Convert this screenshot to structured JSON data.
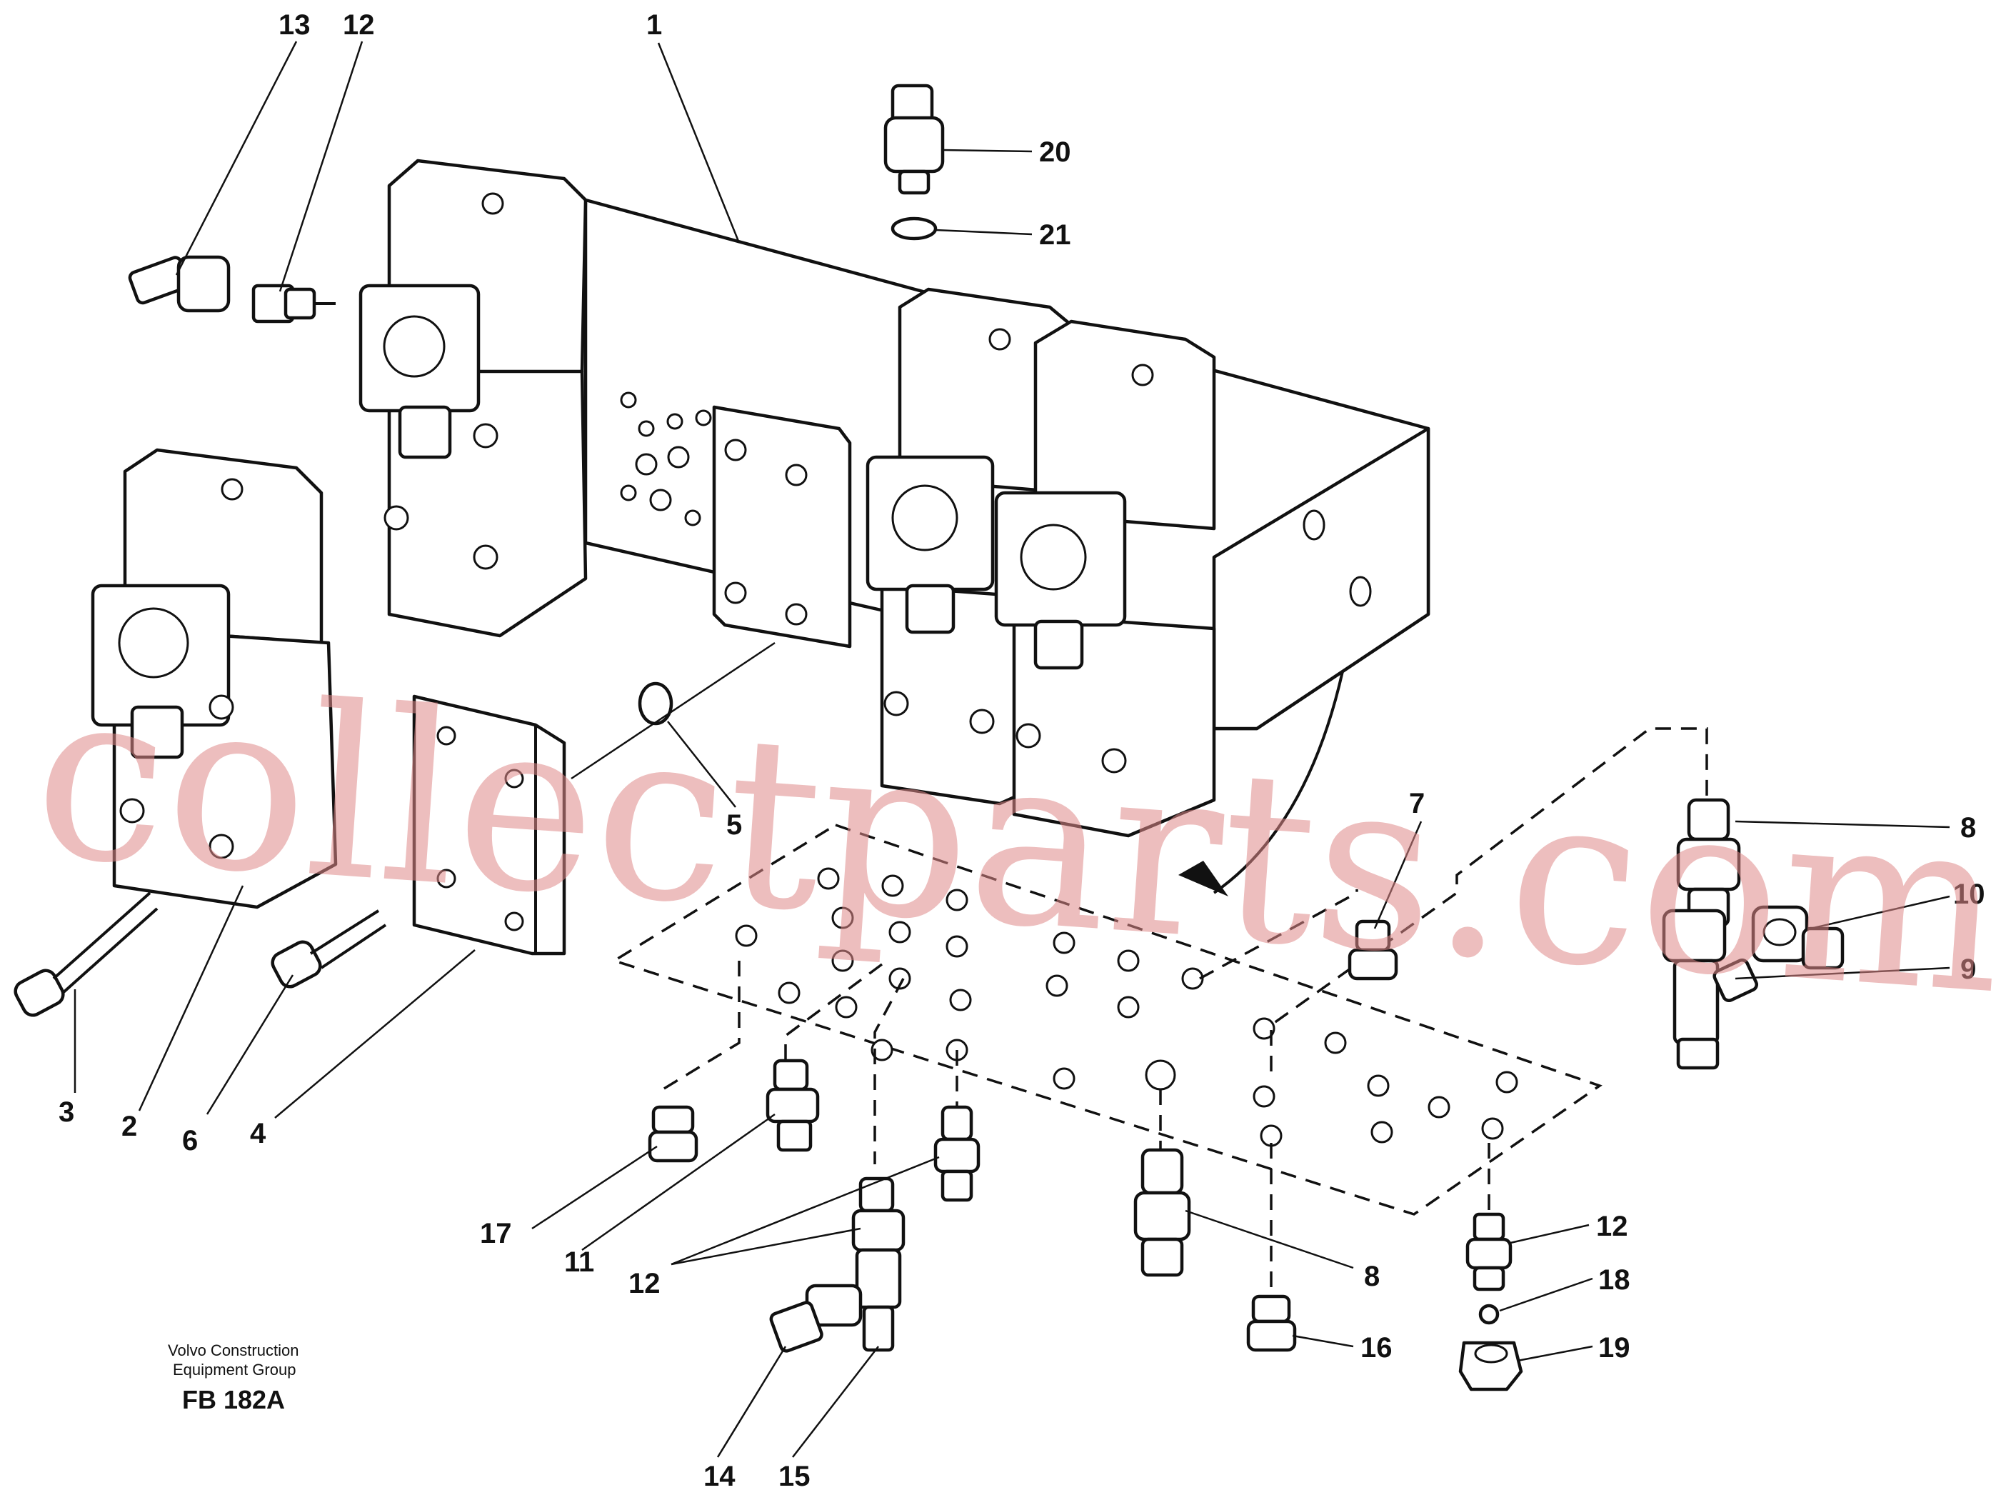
{
  "diagram": {
    "callouts": [
      {
        "id": "c1",
        "text": "1"
      },
      {
        "id": "c2",
        "text": "2"
      },
      {
        "id": "c3",
        "text": "3"
      },
      {
        "id": "c4",
        "text": "4"
      },
      {
        "id": "c5",
        "text": "5"
      },
      {
        "id": "c6",
        "text": "6"
      },
      {
        "id": "c7",
        "text": "7"
      },
      {
        "id": "c8a",
        "text": "8"
      },
      {
        "id": "c8b",
        "text": "8"
      },
      {
        "id": "c9",
        "text": "9"
      },
      {
        "id": "c10",
        "text": "10"
      },
      {
        "id": "c11",
        "text": "11"
      },
      {
        "id": "c12a",
        "text": "12"
      },
      {
        "id": "c12b",
        "text": "12"
      },
      {
        "id": "c12c",
        "text": "12"
      },
      {
        "id": "c13",
        "text": "13"
      },
      {
        "id": "c14",
        "text": "14"
      },
      {
        "id": "c15",
        "text": "15"
      },
      {
        "id": "c16",
        "text": "16"
      },
      {
        "id": "c17",
        "text": "17"
      },
      {
        "id": "c18",
        "text": "18"
      },
      {
        "id": "c19",
        "text": "19"
      },
      {
        "id": "c20",
        "text": "20"
      },
      {
        "id": "c21",
        "text": "21"
      }
    ],
    "caption": {
      "line1": "Volvo Construction",
      "line2": "Equipment Group",
      "code": "FB 182A"
    },
    "watermark": "collectparts.com"
  }
}
